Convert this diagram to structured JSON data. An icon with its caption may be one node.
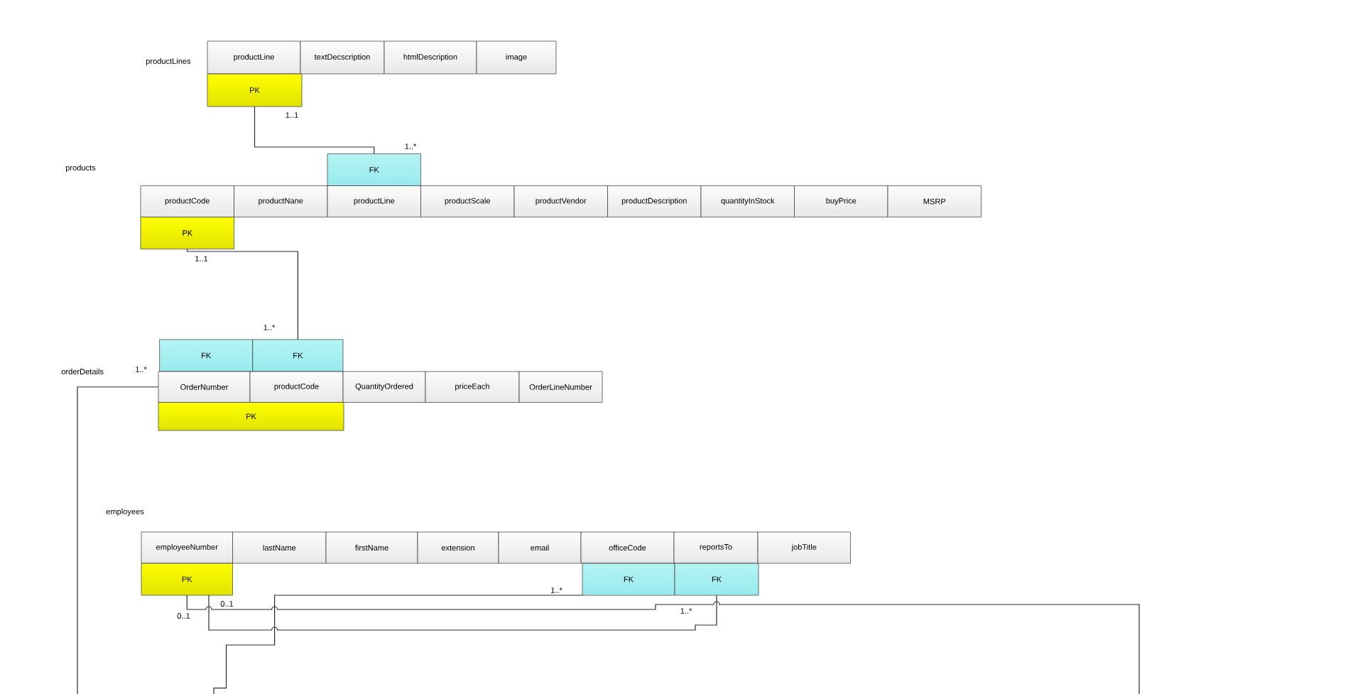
{
  "diagram": {
    "nodes": [
      {
        "text": [
          "productLine"
        ]
      },
      {
        "text": [
          "textDecscription"
        ]
      },
      {
        "text": [
          "htmlDescription"
        ]
      },
      {
        "text": [
          "image"
        ]
      },
      {
        "text": [
          "PK"
        ]
      },
      {
        "text": [
          "FK"
        ]
      },
      {
        "text": [
          "productCode"
        ]
      },
      {
        "text": [
          "productNane"
        ]
      },
      {
        "text": [
          "productLine"
        ]
      },
      {
        "text": [
          "productScale"
        ]
      },
      {
        "text": [
          "productVendor"
        ]
      },
      {
        "text": [
          "productDescription"
        ]
      },
      {
        "text": [
          "quantityInStock"
        ]
      },
      {
        "text": [
          "buyPrice"
        ]
      },
      {
        "text": [
          "MSRP"
        ]
      },
      {
        "text": [
          "PK"
        ]
      },
      {
        "text": [
          "FK"
        ]
      },
      {
        "text": [
          "FK"
        ]
      },
      {
        "text": [
          "OrderNumber"
        ]
      },
      {
        "text": [
          "productCode"
        ]
      },
      {
        "text": [
          "QuantityOrdered"
        ]
      },
      {
        "text": [
          "priceEach"
        ]
      },
      {
        "text": [
          "OrderLineNumber"
        ]
      },
      {
        "text": [
          "PK"
        ]
      },
      {
        "text": [
          "employeeNumber"
        ]
      },
      {
        "text": [
          "lastName"
        ]
      },
      {
        "text": [
          "firstName"
        ]
      },
      {
        "text": [
          "extension"
        ]
      },
      {
        "text": [
          "email"
        ]
      },
      {
        "text": [
          "officeCode"
        ]
      },
      {
        "text": [
          "reportsTo"
        ]
      },
      {
        "text": [
          "jobTitle"
        ]
      },
      {
        "text": [
          "PK"
        ]
      },
      {
        "text": [
          "FK"
        ]
      },
      {
        "text": [
          "FK"
        ]
      }
    ],
    "edges": [
      {
        "from": 4,
        "to": 5,
        "arrow": "none"
      },
      {
        "from": 15,
        "to": 17,
        "arrow": "none"
      },
      {
        "from": 18,
        "to": null,
        "arrow": "none"
      },
      {
        "from": 32,
        "to": null,
        "arrow": "none"
      },
      {
        "from": 32,
        "to": 34,
        "arrow": "none"
      },
      {
        "from": 33,
        "to": null,
        "arrow": "none"
      }
    ],
    "labels": [
      "productLines",
      "1..1",
      "1..*",
      "products",
      "1..1",
      "1..*",
      "orderDetails",
      "1..*",
      "employees",
      "1..*",
      "0..1",
      "1..*",
      "0..1"
    ]
  }
}
